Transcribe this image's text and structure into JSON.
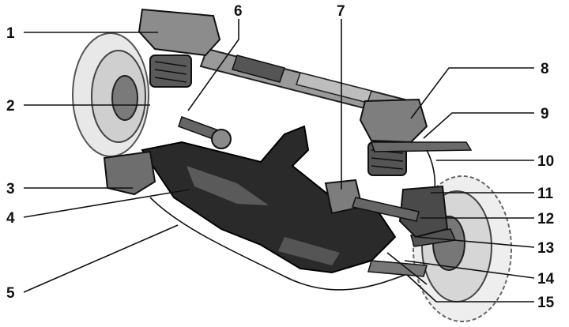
{
  "callouts": [
    {
      "label": "1"
    },
    {
      "label": "2"
    },
    {
      "label": "3"
    },
    {
      "label": "4"
    },
    {
      "label": "5"
    },
    {
      "label": "6"
    },
    {
      "label": "7"
    },
    {
      "label": "8"
    },
    {
      "label": "9"
    },
    {
      "label": "10"
    },
    {
      "label": "11"
    },
    {
      "label": "12"
    },
    {
      "label": "13"
    },
    {
      "label": "14"
    },
    {
      "label": "15"
    }
  ],
  "colors": {
    "ink": "#111111",
    "metal_dark": "#2a2a2a",
    "metal_mid": "#6f6f6f",
    "metal_light": "#bdbdbd"
  }
}
